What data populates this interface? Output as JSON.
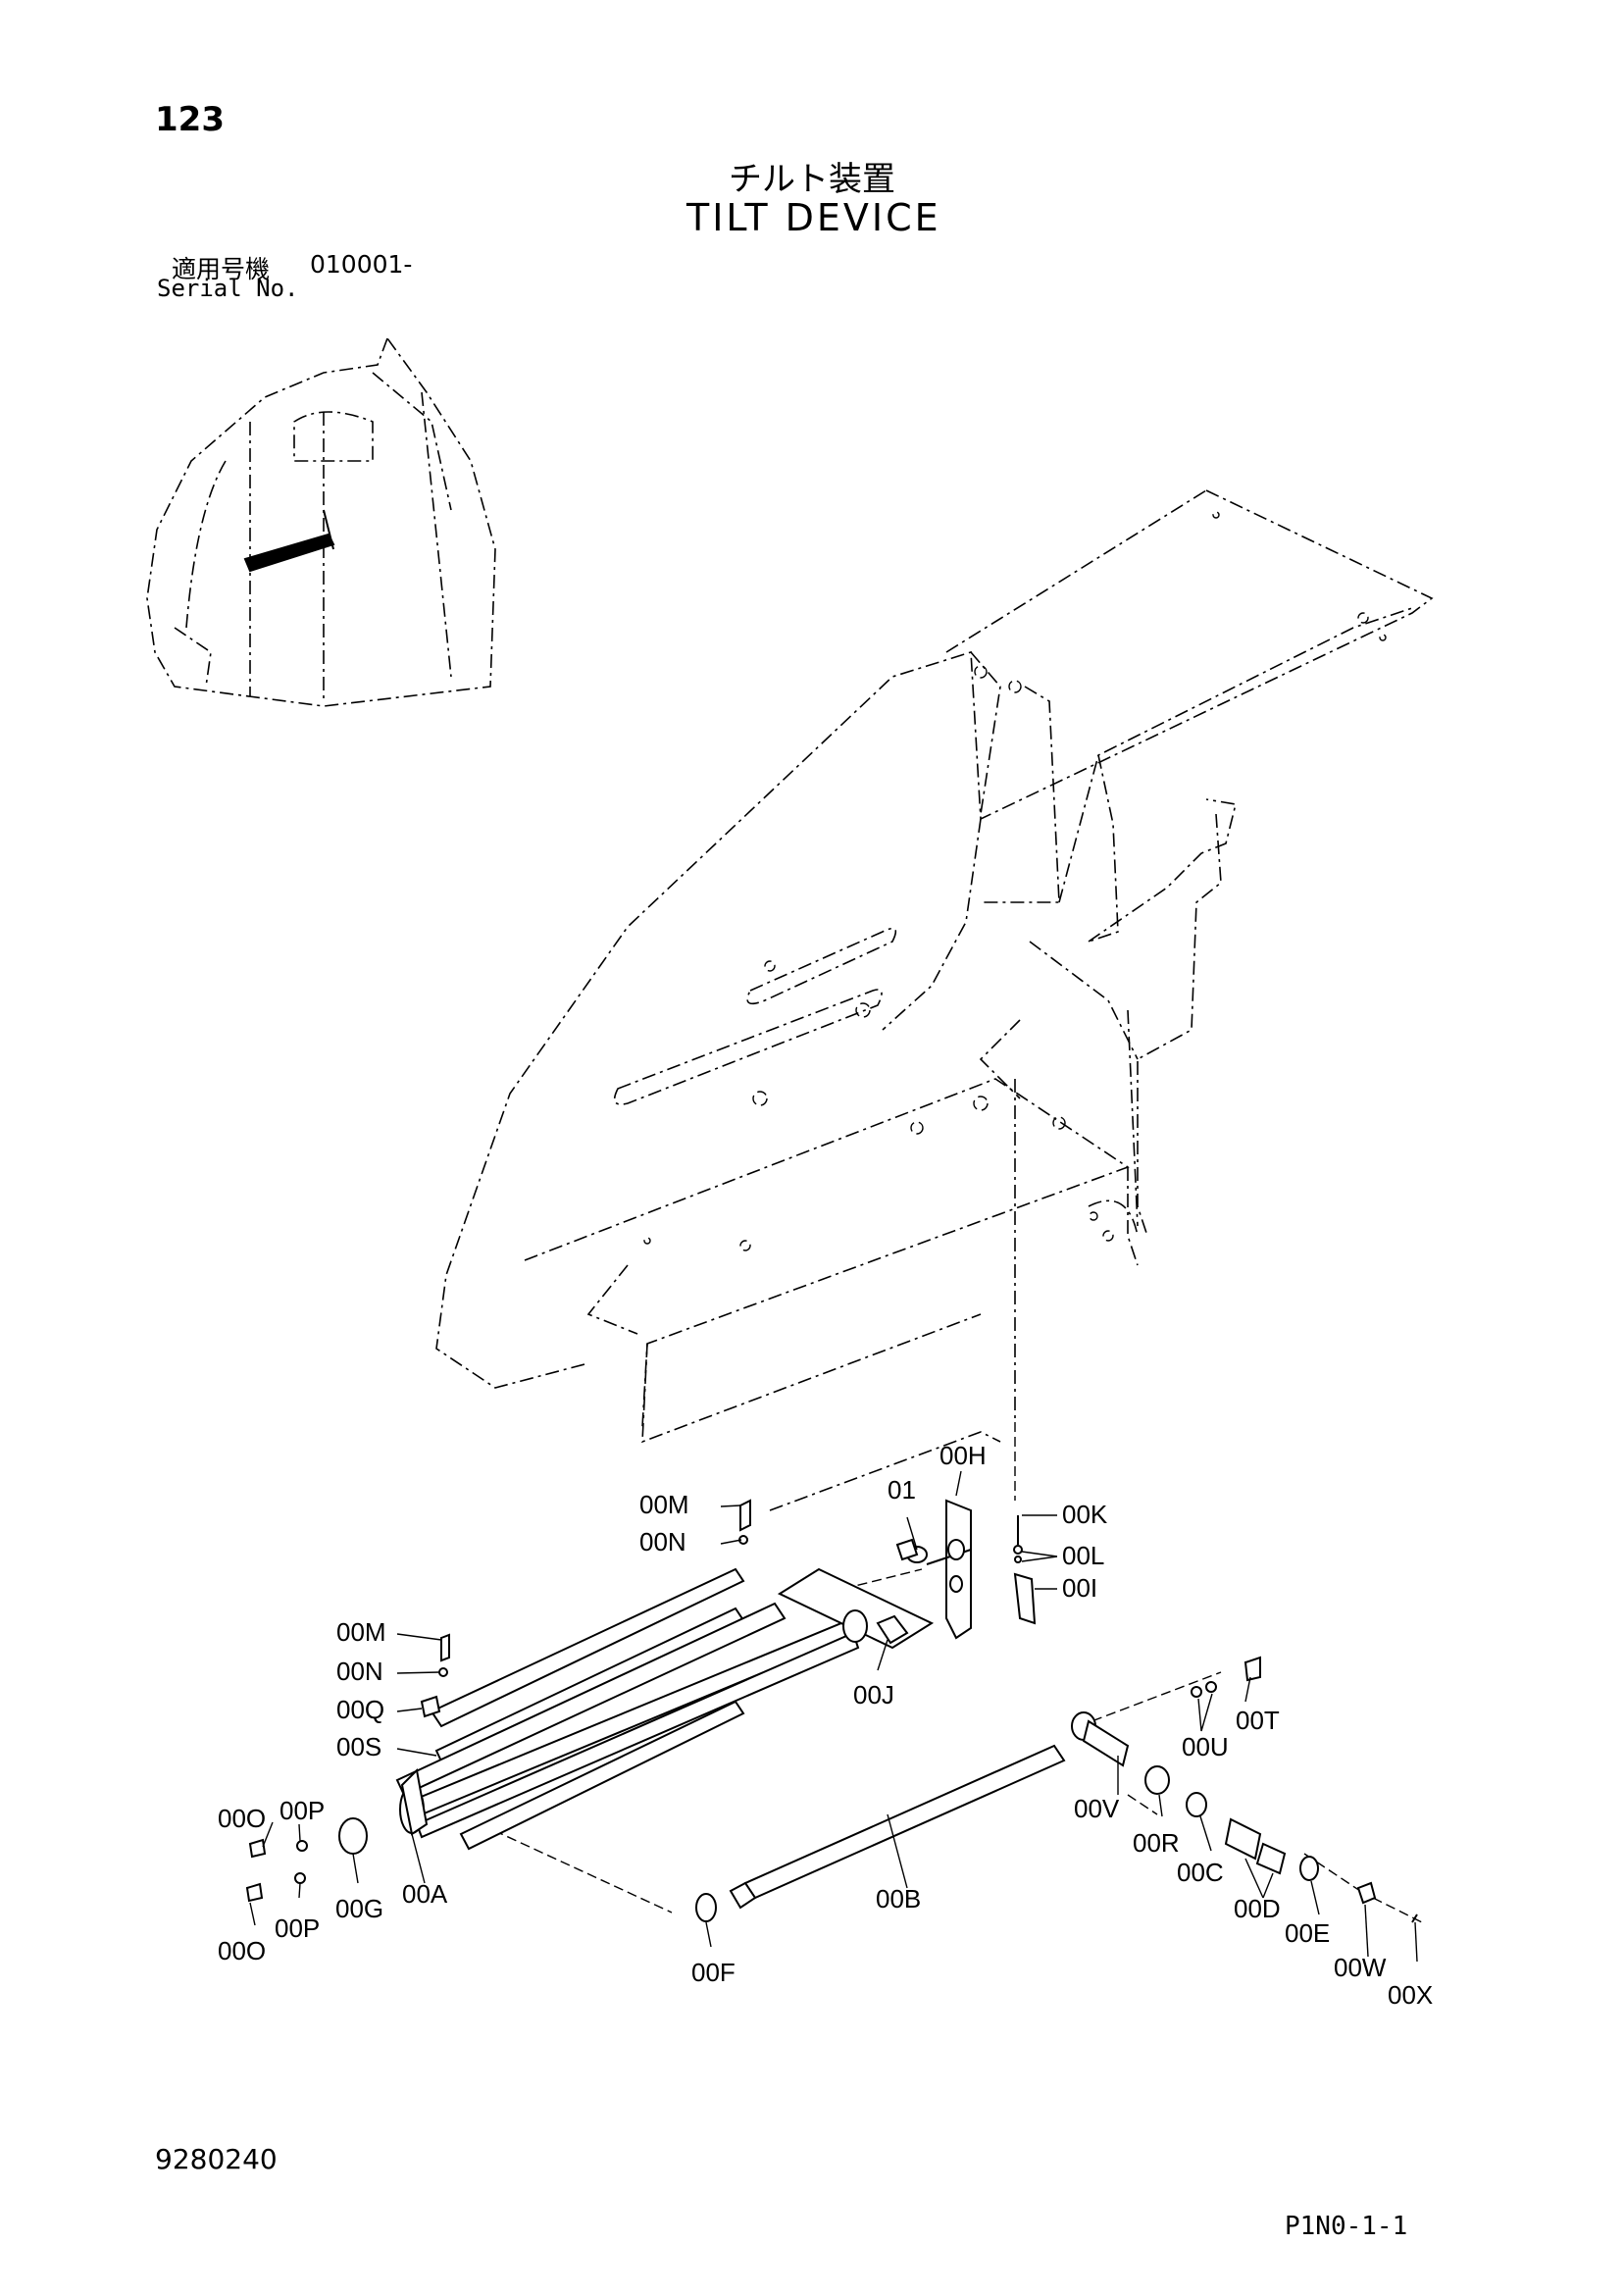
{
  "page": {
    "page_number": "123",
    "title_jp": "チルト装置",
    "title_en": "TILT DEVICE",
    "serial_label_jp": "適用号機",
    "serial_value": "010001-",
    "serial_label_en": "Serial No.",
    "document_number": "9280240",
    "page_code": "P1N0-1-1"
  },
  "callouts": {
    "c00M_a": "00M",
    "c00N_a": "00N",
    "c01": "01",
    "c00H": "00H",
    "c00K": "00K",
    "c00L": "00L",
    "c00I": "00I",
    "c00M_b": "00M",
    "c00N_b": "00N",
    "c00Q": "00Q",
    "c00S": "00S",
    "c00J": "00J",
    "c00T": "00T",
    "c00U": "00U",
    "c00P_a": "00P",
    "c00O_a": "00O",
    "c00V": "00V",
    "c00R": "00R",
    "c00C": "00C",
    "c00D": "00D",
    "c00G": "00G",
    "c00A": "00A",
    "c00B": "00B",
    "c00P_b": "00P",
    "c00O_b": "00O",
    "c00E": "00E",
    "c00W": "00W",
    "c00F": "00F",
    "c00X": "00X"
  }
}
